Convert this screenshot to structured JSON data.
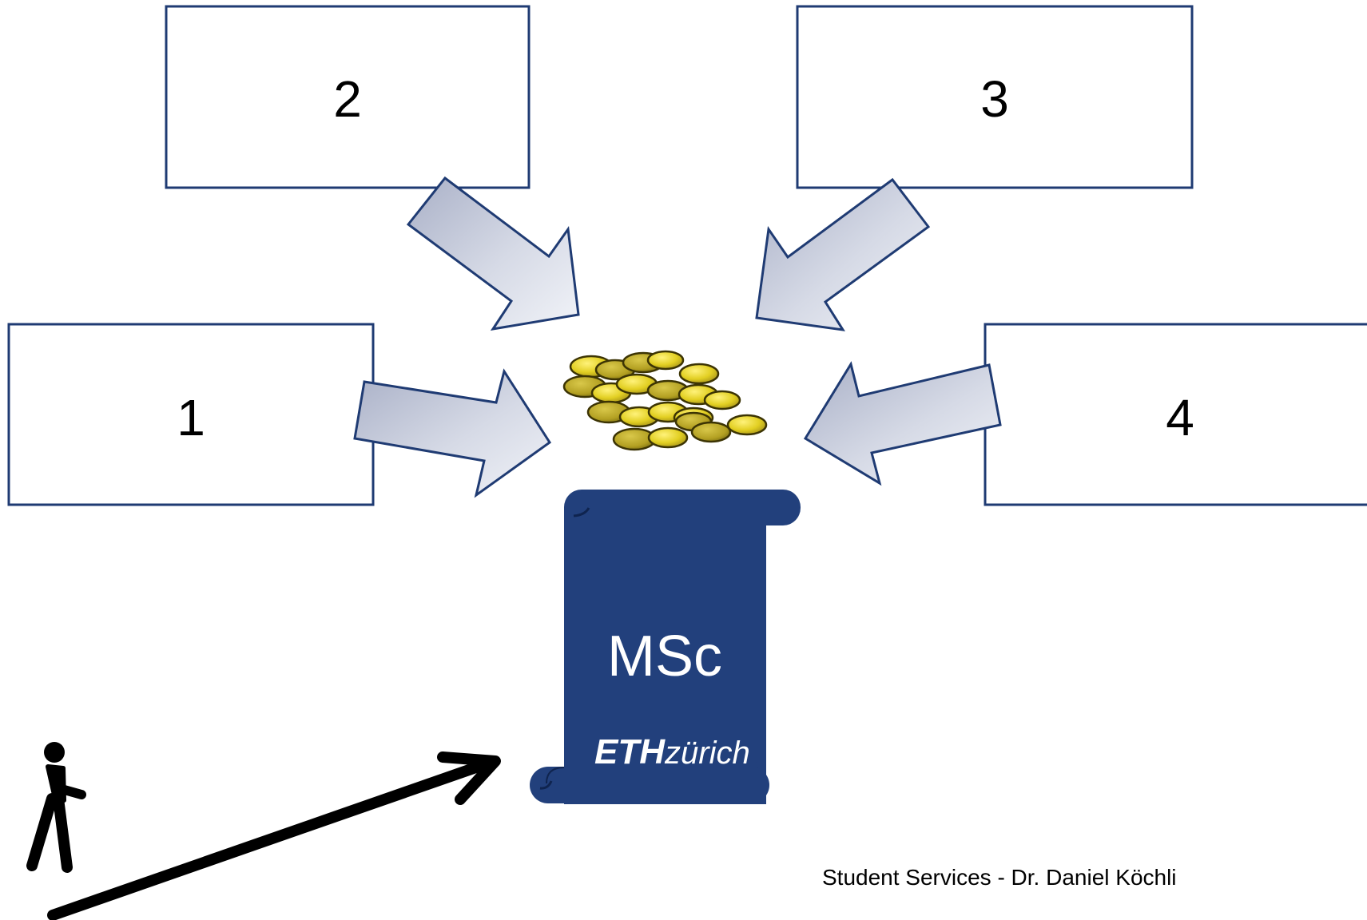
{
  "diagram": {
    "boxes": [
      {
        "id": "box-1",
        "label": "1"
      },
      {
        "id": "box-2",
        "label": "2"
      },
      {
        "id": "box-3",
        "label": "3"
      },
      {
        "id": "box-4",
        "label": "4"
      }
    ],
    "degree": {
      "title": "MSc",
      "logo_bold": "ETH",
      "logo_light": "zürich"
    },
    "footer": "Student Services - Dr. Daniel Köchli",
    "icons": {
      "coins": "coin-pile-icon",
      "person": "walking-person-icon",
      "path_arrow": "arrow-icon"
    },
    "colors": {
      "box_border": "#1f3b73",
      "arrow_border": "#1f3b73",
      "scroll_fill": "#22407c",
      "coin_fill": "#d8c41e",
      "black": "#000000"
    }
  }
}
